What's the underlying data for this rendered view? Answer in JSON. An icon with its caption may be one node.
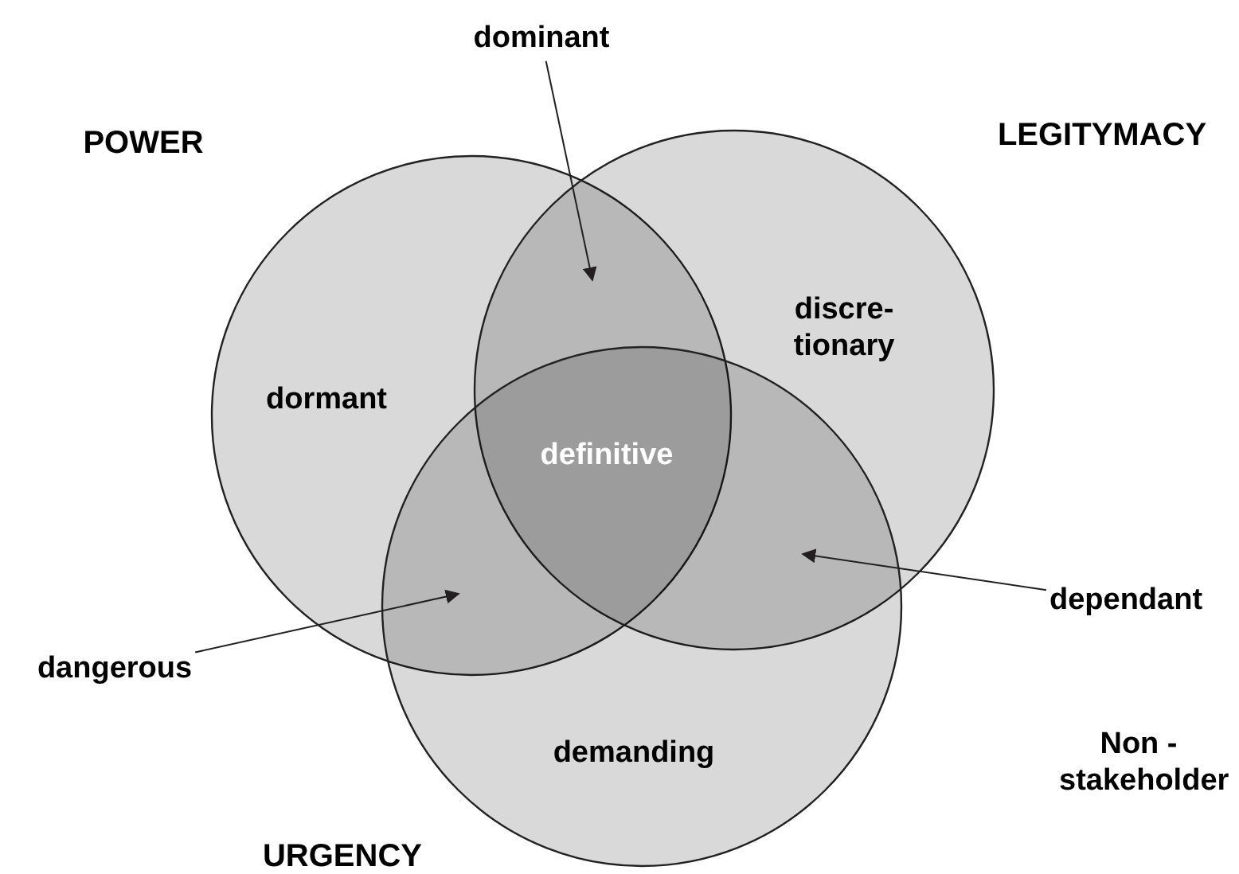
{
  "diagram": {
    "nodes": [
      {
        "text": [
          "POWER"
        ]
      },
      {
        "text": [
          "LEGITYMACY"
        ]
      },
      {
        "text": [
          "URGENCY"
        ]
      },
      {
        "text": [
          "dormant"
        ],
        "in": 0
      },
      {
        "text": [
          "discre- tionary"
        ],
        "in": 1
      },
      {
        "text": [
          "definitive"
        ]
      },
      {
        "text": [
          "demanding"
        ],
        "in": 2
      },
      {
        "text": [
          "dominant"
        ]
      },
      {
        "text": [
          "dangerous"
        ]
      },
      {
        "text": [
          "dependant"
        ]
      }
    ],
    "edges": [
      {
        "from": 7,
        "to": null,
        "arrow": "to"
      },
      {
        "from": 8,
        "to": null,
        "arrow": "to"
      },
      {
        "from": 9,
        "to": null,
        "arrow": "to"
      }
    ],
    "labels": [
      "Non - stakeholder"
    ]
  }
}
